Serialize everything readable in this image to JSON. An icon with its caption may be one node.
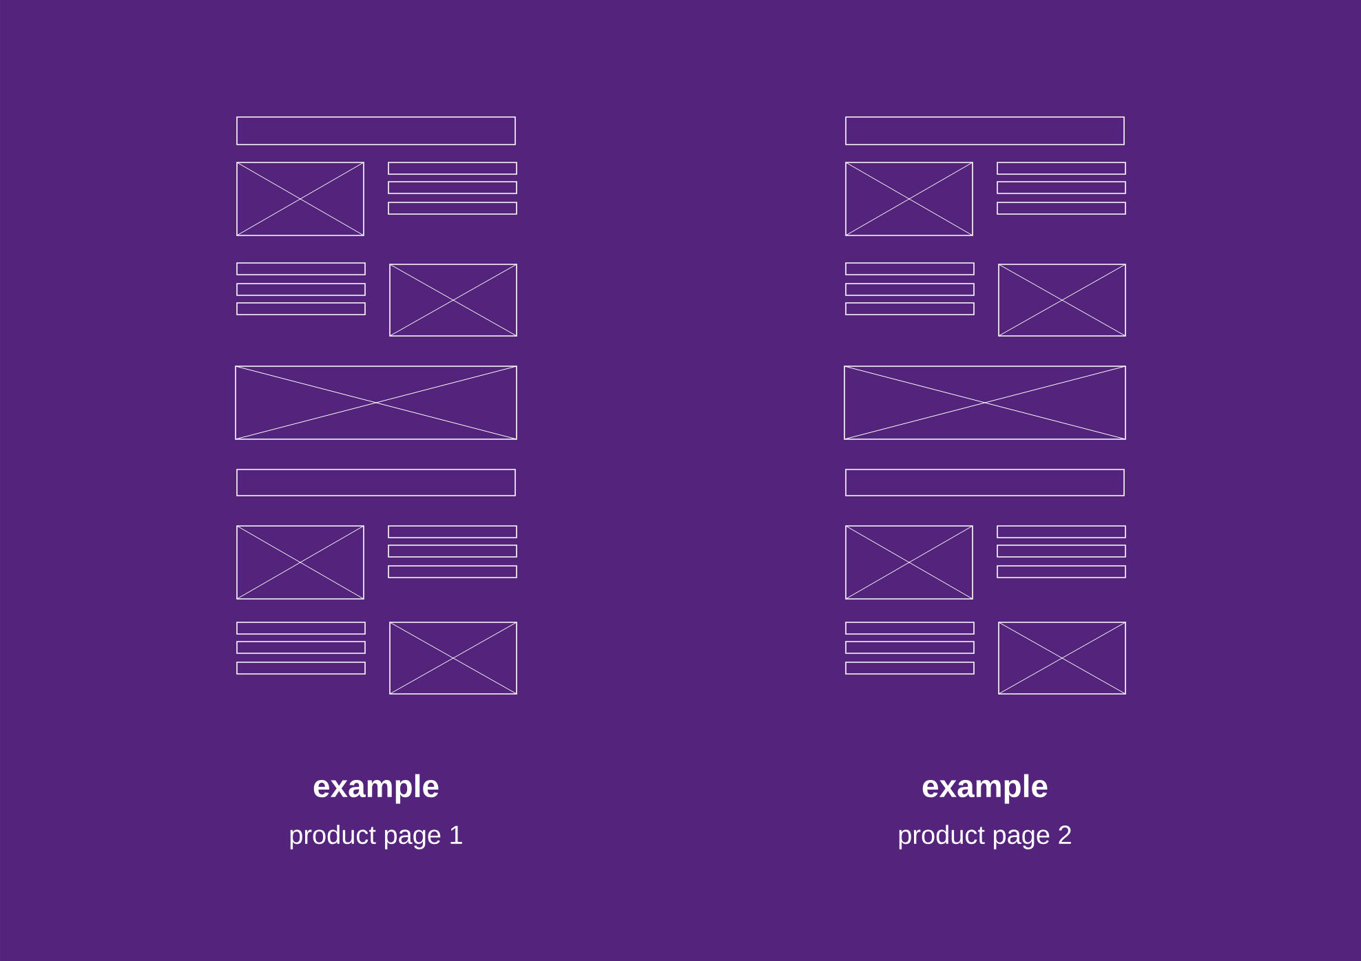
{
  "diagram": {
    "labels": [
      "example",
      "product page 1",
      "example",
      "product page 2"
    ]
  }
}
